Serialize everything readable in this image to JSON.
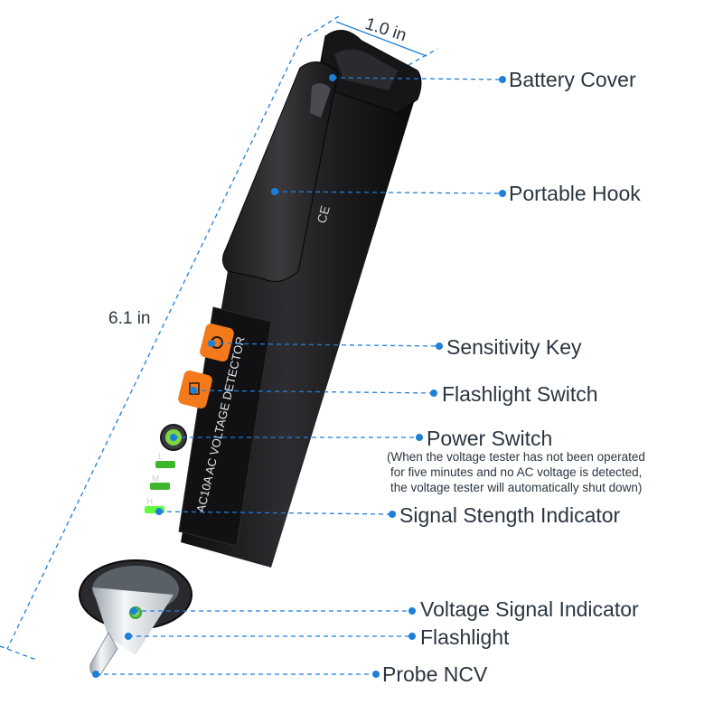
{
  "dimensions": {
    "width_label": "1.0 in",
    "length_label": "6.1 in"
  },
  "device": {
    "model_text": "AC10A  AC VOLTAGE DETECTOR",
    "marks_text": "CE",
    "level_labels": [
      "L",
      "M",
      "H"
    ]
  },
  "callouts": [
    {
      "id": "battery-cover",
      "label": "Battery Cover"
    },
    {
      "id": "portable-hook",
      "label": "Portable Hook"
    },
    {
      "id": "sensitivity-key",
      "label": "Sensitivity Key"
    },
    {
      "id": "flashlight-switch",
      "label": "Flashlight Switch"
    },
    {
      "id": "power-switch",
      "label": "Power Switch",
      "note": [
        "(When the voltage tester has not been operated",
        "for five minutes and no AC voltage is detected,",
        "the voltage tester will automatically shut down)"
      ]
    },
    {
      "id": "signal-strength-indicator",
      "label": "Signal Stength Indicator"
    },
    {
      "id": "voltage-signal-indicator",
      "label": "Voltage Signal Indicator"
    },
    {
      "id": "flashlight",
      "label": "Flashlight"
    },
    {
      "id": "probe-ncv",
      "label": "Probe NCV"
    }
  ],
  "colors": {
    "accent_blue": "#1e7fd8",
    "button_orange": "#f27a1a",
    "led_green": "#4fdc3a",
    "body_black": "#1c1c1e",
    "text": "#2a3540"
  }
}
